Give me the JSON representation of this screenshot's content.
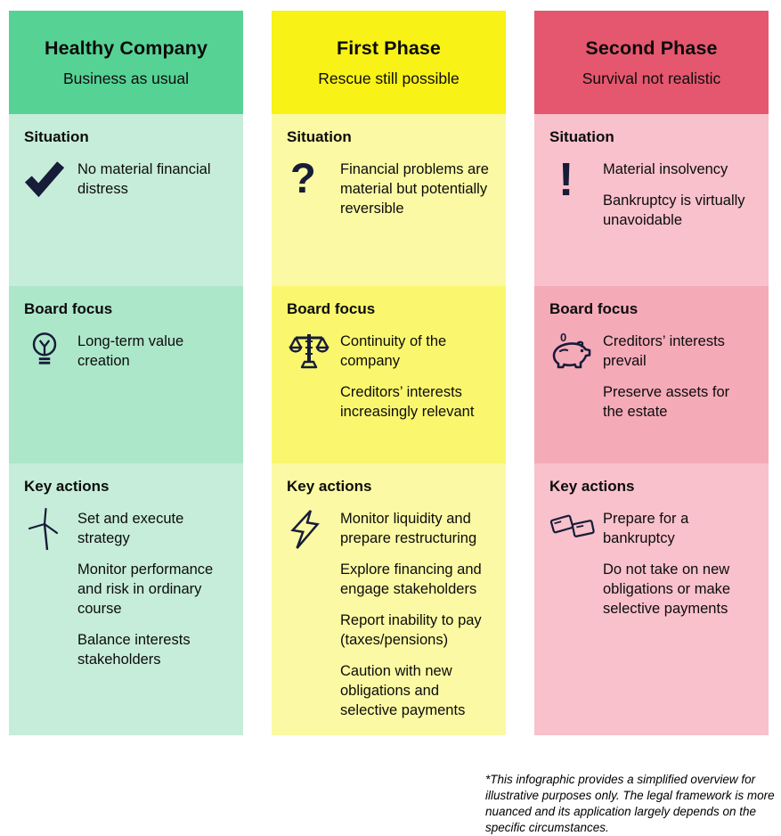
{
  "columns": [
    {
      "title": "Healthy Company",
      "subtitle": "Business as usual",
      "colors": {
        "header": "#56D295",
        "light": "#C6EDDA",
        "medium": "#ADE7CA"
      },
      "sections": [
        {
          "heading": "Situation",
          "icon": "checkmark-icon",
          "items": [
            "No material financial distress"
          ]
        },
        {
          "heading": "Board focus",
          "icon": "lightbulb-icon",
          "items": [
            "Long-term value creation"
          ]
        },
        {
          "heading": "Key actions",
          "icon": "wind-turbine-icon",
          "items": [
            "Set and execute strategy",
            "Monitor performance and risk in ordinary course",
            "Balance interests stakeholders"
          ]
        }
      ]
    },
    {
      "title": "First Phase",
      "subtitle": "Rescue still possible",
      "colors": {
        "header": "#F8F216",
        "light": "#FBF9A3",
        "medium": "#FAF76E"
      },
      "sections": [
        {
          "heading": "Situation",
          "icon": "question-mark-icon",
          "items": [
            "Financial problems are material but potentially reversible"
          ]
        },
        {
          "heading": "Board focus",
          "icon": "scales-icon",
          "items": [
            "Continuity of the company",
            "Creditors’ interests increasingly relevant"
          ]
        },
        {
          "heading": "Key actions",
          "icon": "lightning-bolt-icon",
          "items": [
            "Monitor liquidity and prepare restructuring",
            "Explore financing and engage stakeholders",
            "Report inability to pay (taxes/pensions)",
            "Caution with new obligations and selective payments"
          ]
        }
      ]
    },
    {
      "title": "Second Phase",
      "subtitle": "Survival not realistic",
      "colors": {
        "header": "#E5576E",
        "light": "#F8C1CC",
        "medium": "#F5AAB8"
      },
      "sections": [
        {
          "heading": "Situation",
          "icon": "exclamation-mark-icon",
          "items": [
            "Material insolvency",
            "Bankruptcy is virtually unavoidable"
          ]
        },
        {
          "heading": "Board focus",
          "icon": "piggy-bank-icon",
          "items": [
            "Creditors’ interests prevail",
            "Preserve assets for the estate"
          ]
        },
        {
          "heading": "Key actions",
          "icon": "banknotes-icon",
          "items": [
            "Prepare for a bankruptcy",
            "Do not take on new obligations or make selective payments"
          ]
        }
      ]
    }
  ],
  "footnote": "*This infographic provides a simplified overview for illustrative purposes only. The legal framework is more nuanced and its application largely depends on the specific circumstances."
}
